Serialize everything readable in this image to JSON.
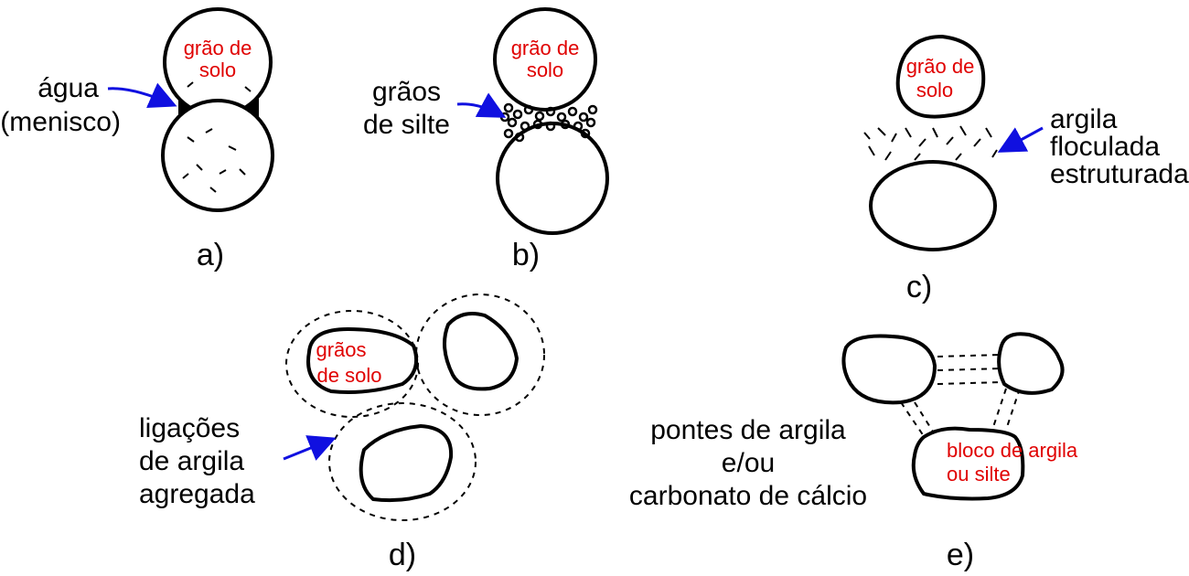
{
  "colors": {
    "label_red": "#e00000",
    "arrow_blue": "#1010e0",
    "ink": "#000000"
  },
  "panels": {
    "a": {
      "tag": "a)",
      "grain_label": [
        "grão de",
        "solo"
      ],
      "side_label": [
        "água",
        "(menisco)"
      ]
    },
    "b": {
      "tag": "b)",
      "grain_label": [
        "grão de",
        "solo"
      ],
      "side_label": [
        "grãos",
        "de silte"
      ]
    },
    "c": {
      "tag": "c)",
      "grain_label": [
        "grão de",
        "solo"
      ],
      "side_label": [
        "argila",
        "floculada",
        "estruturada"
      ]
    },
    "d": {
      "tag": "d)",
      "grain_label": [
        "grãos",
        "de solo"
      ],
      "side_label": [
        "ligações",
        "de argila",
        "agregada"
      ]
    },
    "e": {
      "tag": "e)",
      "block_label": [
        "bloco de argila",
        "ou silte"
      ],
      "side_label": [
        "pontes de argila",
        "e/ou",
        "carbonato de cálcio"
      ]
    }
  }
}
